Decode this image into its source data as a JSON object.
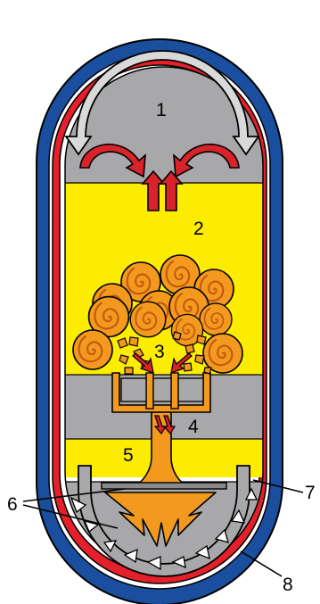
{
  "labels": {
    "l1": "1",
    "l2": "2",
    "l3": "3",
    "l4": "4",
    "l5": "5",
    "l6": "6",
    "l7": "7",
    "l8": "8"
  },
  "colors": {
    "outer_shell": "#1a4e9e",
    "red_band": "#e4202a",
    "gray": "#a8a8aa",
    "yellow": "#fcec00",
    "orange": "#f39a1e",
    "dark_orange": "#c45a10",
    "arrow_red": "#d8232a",
    "tooth": "#ffffff"
  }
}
